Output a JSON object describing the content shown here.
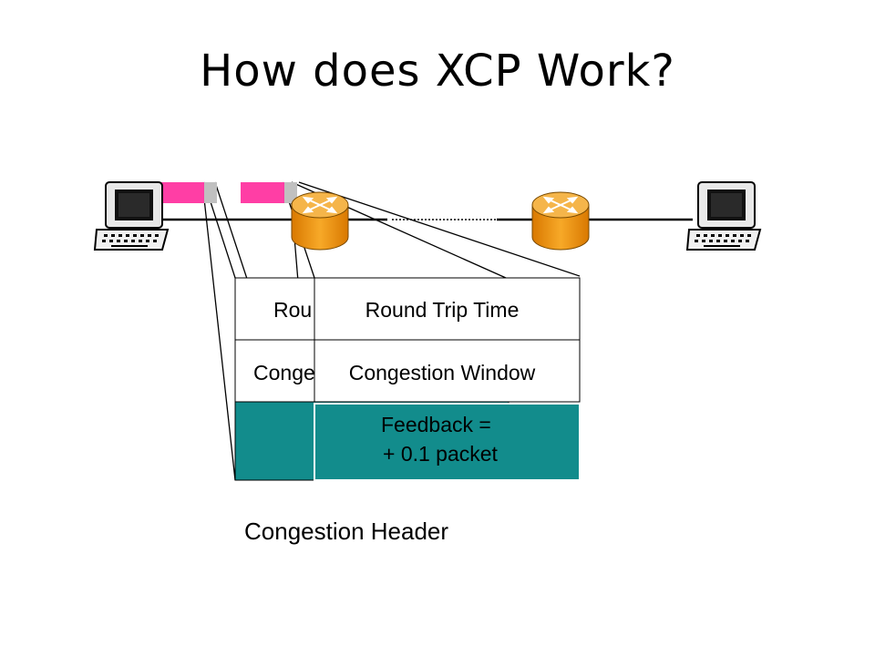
{
  "title": "How does XCP Work?",
  "header_back": {
    "rtt_partial": "Rou",
    "cwnd_partial": "Conge"
  },
  "header_front": {
    "rtt_label": "Round Trip Time",
    "cwnd_label": "Congestion Window",
    "feedback_line1": "Feedback =",
    "feedback_line2": "+ 0.1 packet"
  },
  "caption": "Congestion Header",
  "colors": {
    "packet": "#ff3ea5",
    "packet_tail": "#c0c0c0",
    "router": "#f0a020",
    "router_dark": "#b86a00",
    "feedback_fill": "#128c8c"
  },
  "icons": [
    "sender-computer-icon",
    "router-icon",
    "router-icon",
    "receiver-computer-icon"
  ]
}
